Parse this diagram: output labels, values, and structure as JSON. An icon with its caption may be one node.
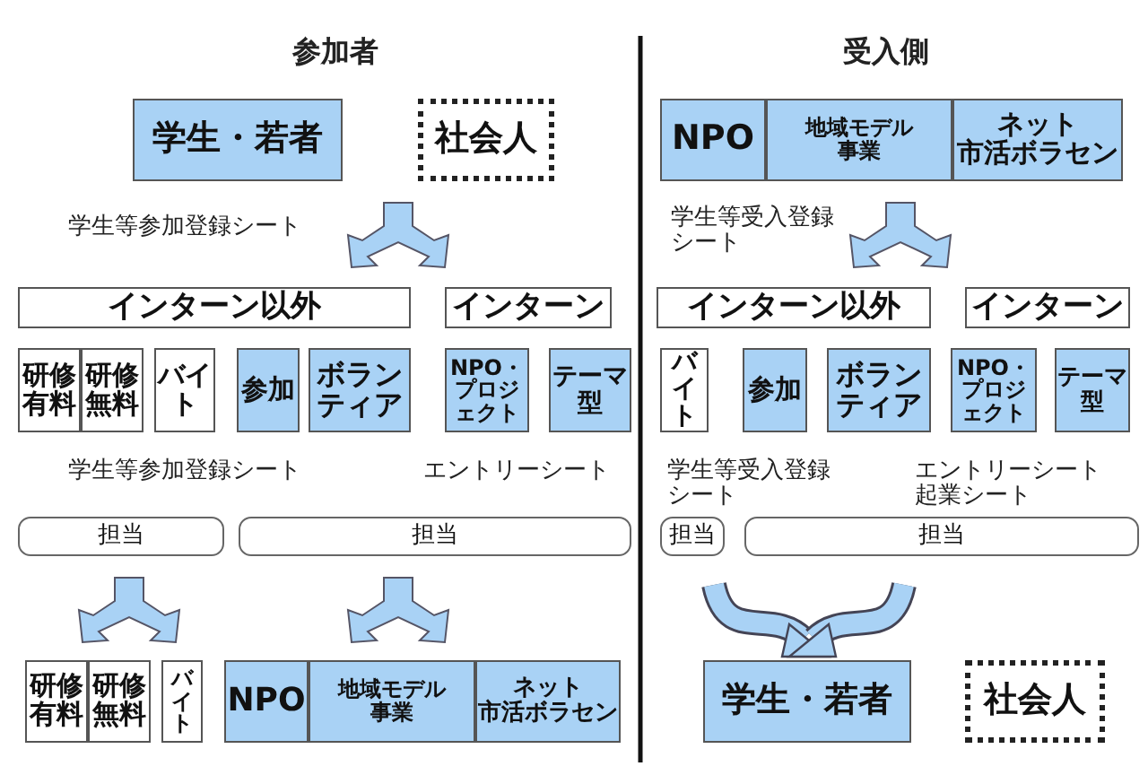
{
  "diagram": {
    "nodes": [
      {
        "text": [
          "学生・若者"
        ]
      },
      {
        "text": [
          "社会人"
        ]
      },
      {
        "text": [
          "NPO"
        ]
      },
      {
        "text": [
          "地域モデル事業"
        ]
      },
      {
        "text": [
          "ネット市活ボラセン"
        ]
      },
      {
        "text": [
          "インターン以外"
        ]
      },
      {
        "text": [
          "インターン"
        ]
      },
      {
        "text": [
          "インターン以外"
        ]
      },
      {
        "text": [
          "インターン"
        ]
      },
      {
        "text": [
          "研修有料"
        ]
      },
      {
        "text": [
          "研修無料"
        ]
      },
      {
        "text": [
          "バイト"
        ]
      },
      {
        "text": [
          "参加"
        ]
      },
      {
        "text": [
          "ボランティア"
        ]
      },
      {
        "text": [
          "NPO・プロジェクト"
        ]
      },
      {
        "text": [
          "テーマ型"
        ]
      },
      {
        "text": [
          "バイト"
        ]
      },
      {
        "text": [
          "参加"
        ]
      },
      {
        "text": [
          "ボランティア"
        ]
      },
      {
        "text": [
          "NPO・プロジェクト"
        ]
      },
      {
        "text": [
          "テーマ型"
        ]
      },
      {
        "text": [
          "担当"
        ]
      },
      {
        "text": [
          "担当"
        ]
      },
      {
        "text": [
          "担当"
        ]
      },
      {
        "text": [
          "担当"
        ]
      },
      {
        "text": [
          "研修有料"
        ]
      },
      {
        "text": [
          "研修無料"
        ]
      },
      {
        "text": [
          "バイト"
        ]
      },
      {
        "text": [
          "NPO"
        ]
      },
      {
        "text": [
          "地域モデル事業"
        ]
      },
      {
        "text": [
          "ネット市活ボラセン"
        ]
      },
      {
        "text": [
          "学生・若者"
        ]
      },
      {
        "text": [
          "社会人"
        ]
      }
    ],
    "labels": [
      "参加者",
      "受入側",
      "学生等参加登録シート",
      "学生等受入登録シート",
      "学生等参加登録シート",
      "エントリーシート",
      "学生等受入登録シート",
      "エントリーシート",
      "起業シート"
    ]
  }
}
